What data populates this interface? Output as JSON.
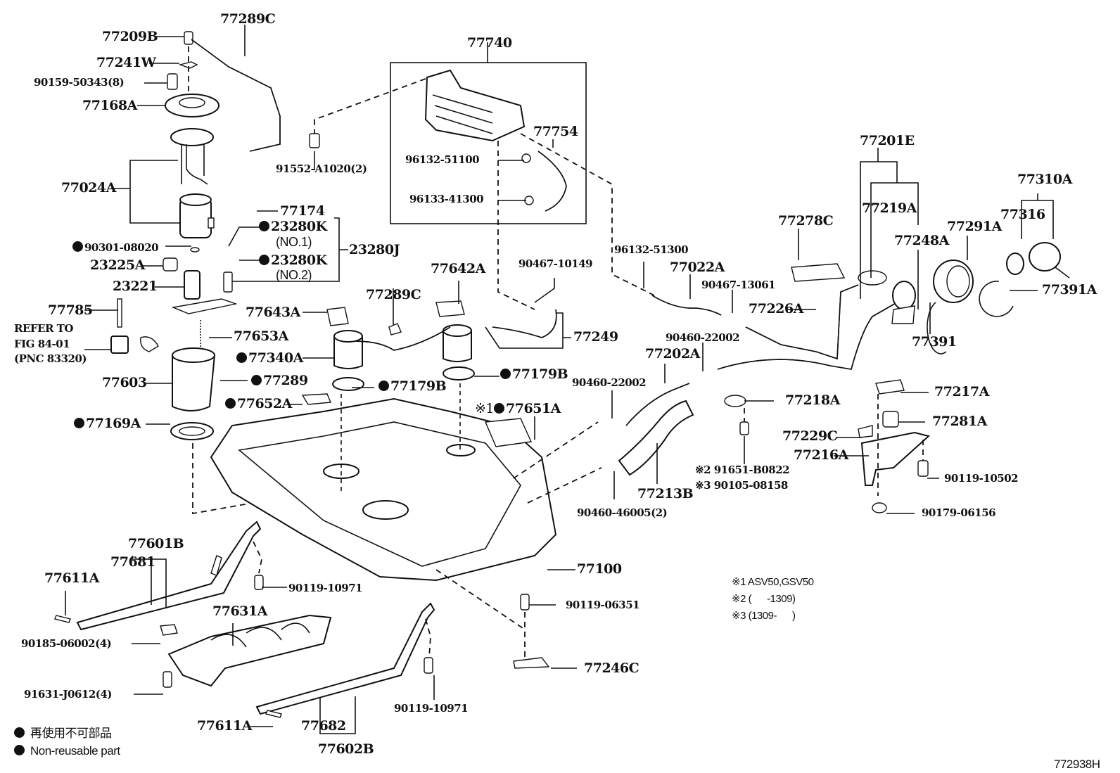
{
  "diagram": {
    "figure_id": "772938H",
    "legend": {
      "symbol": "●",
      "line_jp": "再使用不可部品",
      "line_en": "Non-reusable part"
    },
    "notes": [
      "※1 ASV50,GSV50",
      "※2 (      -1309)",
      "※3 (1309-      )"
    ],
    "reference": [
      "REFER TO",
      "FIG 84-01",
      "(PNC 83320)"
    ],
    "parts": {
      "p77289C_top": "77289C",
      "p77209B": "77209B",
      "p77241W": "77241W",
      "p90159": "90159-50343(8)",
      "p77168A": "77168A",
      "p77024A": "77024A",
      "p91552": "91552-A1020(2)",
      "p77740": "77740",
      "p77754": "77754",
      "p96132_51100": "96132-51100",
      "p96133_41300": "96133-41300",
      "p77174": "77174",
      "p23280K_1": "23280K",
      "p23280K_1_sub": "(NO.1)",
      "p23280K_2": "23280K",
      "p23280K_2_sub": "(NO.2)",
      "p23280J": "23280J",
      "p90301": "90301-08020",
      "p23225A": "23225A",
      "p23221": "23221",
      "p77785": "77785",
      "p77653A": "77653A",
      "p77603": "77603",
      "p77289": "77289",
      "p77169A": "77169A",
      "p77643A": "77643A",
      "p77340A": "77340A",
      "p77289C_mid": "77289C",
      "p77642A": "77642A",
      "p77179B_l": "77179B",
      "p77179B_r": "77179B",
      "p77652A": "77652A",
      "p77651A_mark": "※1",
      "p77651A": "77651A",
      "p90467_10149": "90467-10149",
      "p77249": "77249",
      "p96132_51300": "96132-51300",
      "p77022A": "77022A",
      "p90467_13061": "90467-13061",
      "p77226A": "77226A",
      "p77278C": "77278C",
      "p77201E": "77201E",
      "p77219A": "77219A",
      "p77248A": "77248A",
      "p77291A": "77291A",
      "p77310A": "77310A",
      "p77316": "77316",
      "p77391A": "77391A",
      "p77391": "77391",
      "p90460_22002_a": "90460-22002",
      "p77202A": "77202A",
      "p90460_22002_b": "90460-22002",
      "p77218A": "77218A",
      "p77217A": "77217A",
      "p77281A": "77281A",
      "p77229C": "77229C",
      "p77216A": "77216A",
      "p91651": "※2 91651-B0822",
      "p90105": "※3 90105-08158",
      "p77213B": "77213B",
      "p90460_46005": "90460-46005(2)",
      "p90119_10502": "90119-10502",
      "p90179_06156": "90179-06156",
      "p77100": "77100",
      "p90119_06351": "90119-06351",
      "p77246C": "77246C",
      "p77601B": "77601B",
      "p77681": "77681",
      "p77611A_top": "77611A",
      "p90119_10971_a": "90119-10971",
      "p77631A": "77631A",
      "p90185": "90185-06002(4)",
      "p91631": "91631-J0612(4)",
      "p77611A_bot": "77611A",
      "p77682": "77682",
      "p77602B": "77602B",
      "p90119_10971_b": "90119-10971"
    }
  }
}
